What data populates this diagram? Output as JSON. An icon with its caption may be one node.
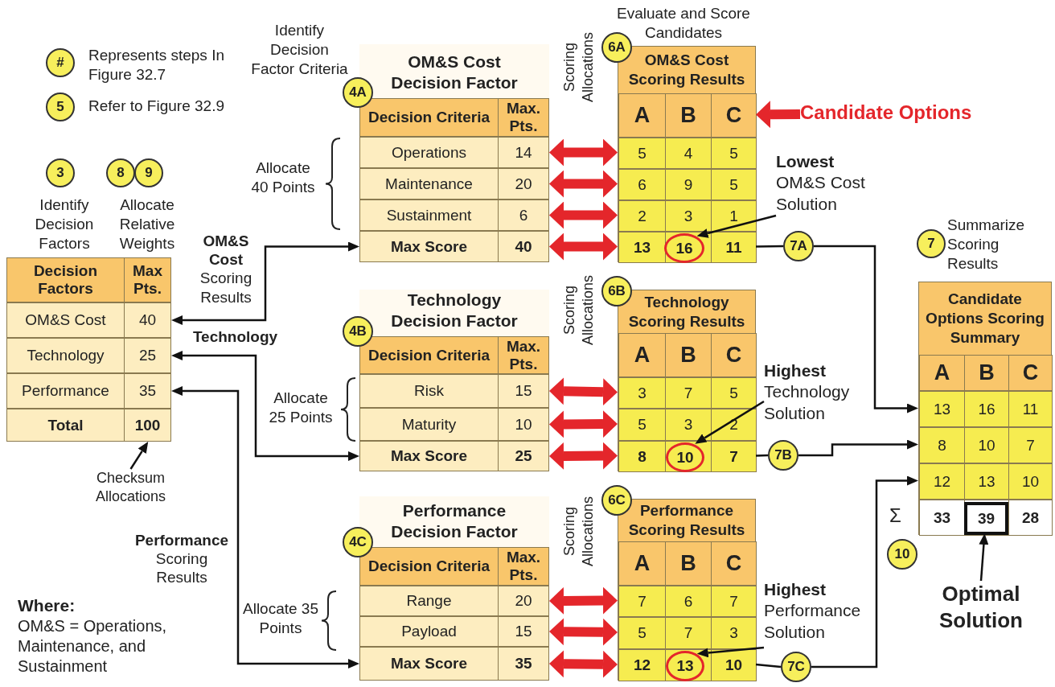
{
  "diagram": {
    "nodes": [
      {
        "text": [
          "#"
        ],
        "beside": [
          "Represents steps In Figure 32.7"
        ]
      },
      {
        "text": [
          "5"
        ],
        "beside": [
          "Refer to Figure 32.9"
        ]
      },
      {
        "text": [
          "3"
        ]
      },
      {
        "text": [
          "8"
        ]
      },
      {
        "text": [
          "9"
        ]
      },
      {
        "text": [
          "Decision Factors",
          "Max Pts."
        ]
      },
      {
        "text": [
          "OM&S Cost",
          "40"
        ],
        "in": 5
      },
      {
        "text": [
          "Technology",
          "25"
        ],
        "in": 5
      },
      {
        "text": [
          "Performance",
          "35"
        ],
        "in": 5
      },
      {
        "text": [
          "Total",
          "100"
        ],
        "in": 5
      },
      {
        "text": [
          "Checksum Allocations"
        ]
      },
      {
        "text": [
          "4A"
        ]
      },
      {
        "text": [
          "OM&S Cost Decision Factor",
          "Decision Criteria",
          "Max. Pts."
        ]
      },
      {
        "text": [
          "Operations",
          "14"
        ],
        "in": 12
      },
      {
        "text": [
          "Maintenance",
          "20"
        ],
        "in": 12
      },
      {
        "text": [
          "Sustainment",
          "6"
        ],
        "in": 12
      },
      {
        "text": [
          "Max Score",
          "40"
        ],
        "in": 12
      },
      {
        "text": [
          "6A"
        ]
      },
      {
        "text": [
          "OM&S Cost Scoring Results"
        ]
      },
      {
        "text": [
          "A",
          "B",
          "C"
        ],
        "in": 18
      },
      {
        "text": [
          "5",
          "4",
          "5"
        ],
        "in": 18
      },
      {
        "text": [
          "6",
          "9",
          "5"
        ],
        "in": 18
      },
      {
        "text": [
          "2",
          "3",
          "1"
        ],
        "in": 18
      },
      {
        "text": [
          "13",
          "11"
        ],
        "in": 18
      },
      {
        "text": [
          "16"
        ],
        "in": 23
      },
      {
        "text": [
          "Candidate Options"
        ]
      },
      {
        "text": [
          "**Lowest** OM&S Cost Solution"
        ]
      },
      {
        "text": [
          "7A"
        ]
      },
      {
        "text": [
          "7"
        ],
        "beside": [
          "Summarize Scoring Results"
        ]
      },
      {
        "text": [
          "4B"
        ]
      },
      {
        "text": [
          "Technology Decision Factor",
          "Decision Criteria",
          "Max. Pts."
        ]
      },
      {
        "text": [
          "Risk",
          "15"
        ],
        "in": 30
      },
      {
        "text": [
          "Maturity",
          "10"
        ],
        "in": 30
      },
      {
        "text": [
          "Max Score",
          "25"
        ],
        "in": 30
      },
      {
        "text": [
          "6B"
        ]
      },
      {
        "text": [
          "Technology Scoring Results"
        ]
      },
      {
        "text": [
          "A",
          "B",
          "C"
        ],
        "in": 35
      },
      {
        "text": [
          "3",
          "7",
          "5"
        ],
        "in": 35
      },
      {
        "text": [
          "5",
          "3",
          "2"
        ],
        "in": 35
      },
      {
        "text": [
          "8",
          "7"
        ],
        "in": 35
      },
      {
        "text": [
          "10"
        ],
        "in": 39
      },
      {
        "text": [
          "**Highest** Technology Solution"
        ]
      },
      {
        "text": [
          "7B"
        ]
      },
      {
        "text": [
          "Candidate Options Scoring Summary"
        ]
      },
      {
        "text": [
          "A",
          "B",
          "C"
        ],
        "in": 43
      },
      {
        "text": [
          "13",
          "16",
          "11"
        ],
        "in": 43
      },
      {
        "text": [
          "8",
          "10",
          "7"
        ],
        "in": 43
      },
      {
        "text": [
          "12",
          "13",
          "10"
        ],
        "in": 43
      },
      {
        "text": [
          "33",
          "28"
        ],
        "in": 43,
        "beside": [
          "Σ"
        ]
      },
      {
        "text": [
          "39"
        ],
        "in": 48
      },
      {
        "text": [
          "10"
        ]
      },
      {
        "text": [
          "Optimal Solution"
        ]
      },
      {
        "text": [
          "4C"
        ]
      },
      {
        "text": [
          "Performance Decision Factor",
          "Decision Criteria",
          "Max. Pts."
        ]
      },
      {
        "text": [
          "Range",
          "20"
        ],
        "in": 53
      },
      {
        "text": [
          "Payload",
          "15"
        ],
        "in": 53
      },
      {
        "text": [
          "Max Score",
          "35"
        ],
        "in": 53
      },
      {
        "text": [
          "6C"
        ]
      },
      {
        "text": [
          "Performance Scoring Results"
        ]
      },
      {
        "text": [
          "A",
          "B",
          "C"
        ],
        "in": 58
      },
      {
        "text": [
          "7",
          "6",
          "7"
        ],
        "in": 58
      },
      {
        "text": [
          "5",
          "7",
          "3"
        ],
        "in": 58
      },
      {
        "text": [
          "12",
          "10"
        ],
        "in": 58
      },
      {
        "text": [
          "13"
        ],
        "in": 62
      },
      {
        "text": [
          "**Highest** Performance Solution"
        ]
      },
      {
        "text": [
          "7C"
        ]
      }
    ],
    "edges": [
      {
        "from": 6,
        "to": 16,
        "arrow": "both",
        "label": "**OM&S Cost** Scoring Results"
      },
      {
        "from": 7,
        "to": 33,
        "arrow": "both",
        "label": "Technology"
      },
      {
        "from": 8,
        "to": 56,
        "arrow": "both",
        "label": "**Performance** Scoring Results"
      },
      {
        "from": 10,
        "to": 9,
        "arrow": "to"
      },
      {
        "from": 13,
        "to": 20,
        "arrow": "both",
        "style": "thick",
        "color": "#e4262b"
      },
      {
        "from": 14,
        "to": 21,
        "arrow": "both",
        "style": "thick",
        "color": "#e4262b"
      },
      {
        "from": 15,
        "to": 22,
        "arrow": "both",
        "style": "thick",
        "color": "#e4262b"
      },
      {
        "from": 16,
        "to": 23,
        "arrow": "both",
        "style": "thick",
        "color": "#e4262b"
      },
      {
        "from": 25,
        "to": 19,
        "arrow": "to",
        "style": "thick",
        "color": "#e4262b"
      },
      {
        "from": 26,
        "to": 24,
        "arrow": "to"
      },
      {
        "from": 23,
        "to": 27,
        "arrow": "none"
      },
      {
        "from": 27,
        "to": 45,
        "arrow": "to"
      },
      {
        "from": 31,
        "to": 37,
        "arrow": "both",
        "style": "thick",
        "color": "#e4262b"
      },
      {
        "from": 32,
        "to": 38,
        "arrow": "both",
        "style": "thick",
        "color": "#e4262b"
      },
      {
        "from": 33,
        "to": 39,
        "arrow": "both",
        "style": "thick",
        "color": "#e4262b"
      },
      {
        "from": 41,
        "to": 40,
        "arrow": "to"
      },
      {
        "from": 39,
        "to": 42,
        "arrow": "none"
      },
      {
        "from": 42,
        "to": 46,
        "arrow": "to"
      },
      {
        "from": 51,
        "to": 49,
        "arrow": "to"
      },
      {
        "from": 54,
        "to": 60,
        "arrow": "both",
        "style": "thick",
        "color": "#e4262b"
      },
      {
        "from": 55,
        "to": 61,
        "arrow": "both",
        "style": "thick",
        "color": "#e4262b"
      },
      {
        "from": 56,
        "to": 62,
        "arrow": "both",
        "style": "thick",
        "color": "#e4262b"
      },
      {
        "from": 64,
        "to": 63,
        "arrow": "to"
      },
      {
        "from": 62,
        "to": 65,
        "arrow": "none"
      },
      {
        "from": 65,
        "to": 47,
        "arrow": "to"
      }
    ],
    "labels": [
      "Identify Decision Factors",
      "Allocate Relative Weights",
      "Identify Decision Factor Criteria",
      "Allocate 40 Points",
      "Scoring Allocations",
      "Evaluate and Score Candidates",
      "Allocate 25 Points",
      "Scoring Allocations",
      "Allocate 35 Points",
      "Scoring Allocations",
      "Where:",
      "OM&S = Operations, Maintenance, and Sustainment"
    ]
  }
}
